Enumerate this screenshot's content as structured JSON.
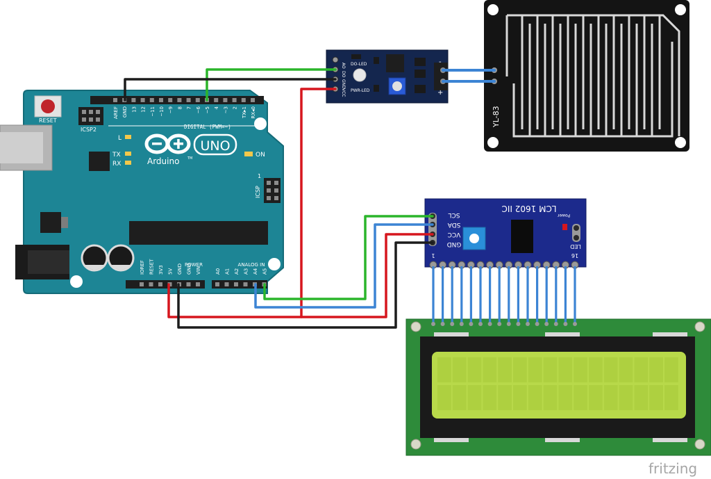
{
  "arduino": {
    "brand": "UNO",
    "maker": "Arduino",
    "trademark": "TM",
    "reset_label": "RESET",
    "icsp2_label": "ICSP2",
    "icsp_label": "ICSP",
    "icsp_pin1": "1",
    "on_label": "ON",
    "l_label": "L",
    "tx_label": "TX",
    "rx_label": "RX",
    "digital_label": "DIGITAL (PWM=~)",
    "digital_pins": [
      "AREF",
      "GND",
      "13",
      "12",
      "~11",
      "~10",
      "~9",
      "8",
      "7",
      "~6",
      "~5",
      "4",
      "~3",
      "2",
      "TX▸1",
      "RX◂0"
    ],
    "power_label": "POWER",
    "power_pins": [
      "IOREF",
      "RESET",
      "3V3",
      "5V",
      "GND",
      "GND",
      "VIN"
    ],
    "analog_label": "ANALOG IN",
    "analog_pins": [
      "A0",
      "A1",
      "A2",
      "A3",
      "A4",
      "A5"
    ]
  },
  "sensor_module": {
    "pins": [
      "AO",
      "DO",
      "GND",
      "VCC"
    ],
    "do_led_label": "DO-LED",
    "pwr_led_label": "PWR-LED",
    "minus_label": "-",
    "plus_label": "+"
  },
  "rain_plate": {
    "model": "YL-83"
  },
  "i2c_backpack": {
    "title": "LCM 1602 IIC",
    "pins": [
      "SCL",
      "SDA",
      "VCC",
      "GND"
    ],
    "power_label": "Power",
    "led_label": "LED",
    "pin_first": "1",
    "pin_last": "16"
  },
  "lcd": {
    "rows": 2,
    "cols": 16
  },
  "watermark": "fritzing",
  "colors": {
    "board_teal": "#1d8595",
    "board_dark": "#0f6372",
    "module_navy": "#14264e",
    "backpack_blue": "#1c2a8c",
    "lcd_pcb_green": "#2e8b3a",
    "lcd_screen": "#b8d94a",
    "wire_red": "#d6161e",
    "wire_black": "#1c1c1c",
    "wire_green": "#2bb52b",
    "wire_blue": "#3c84d4"
  }
}
